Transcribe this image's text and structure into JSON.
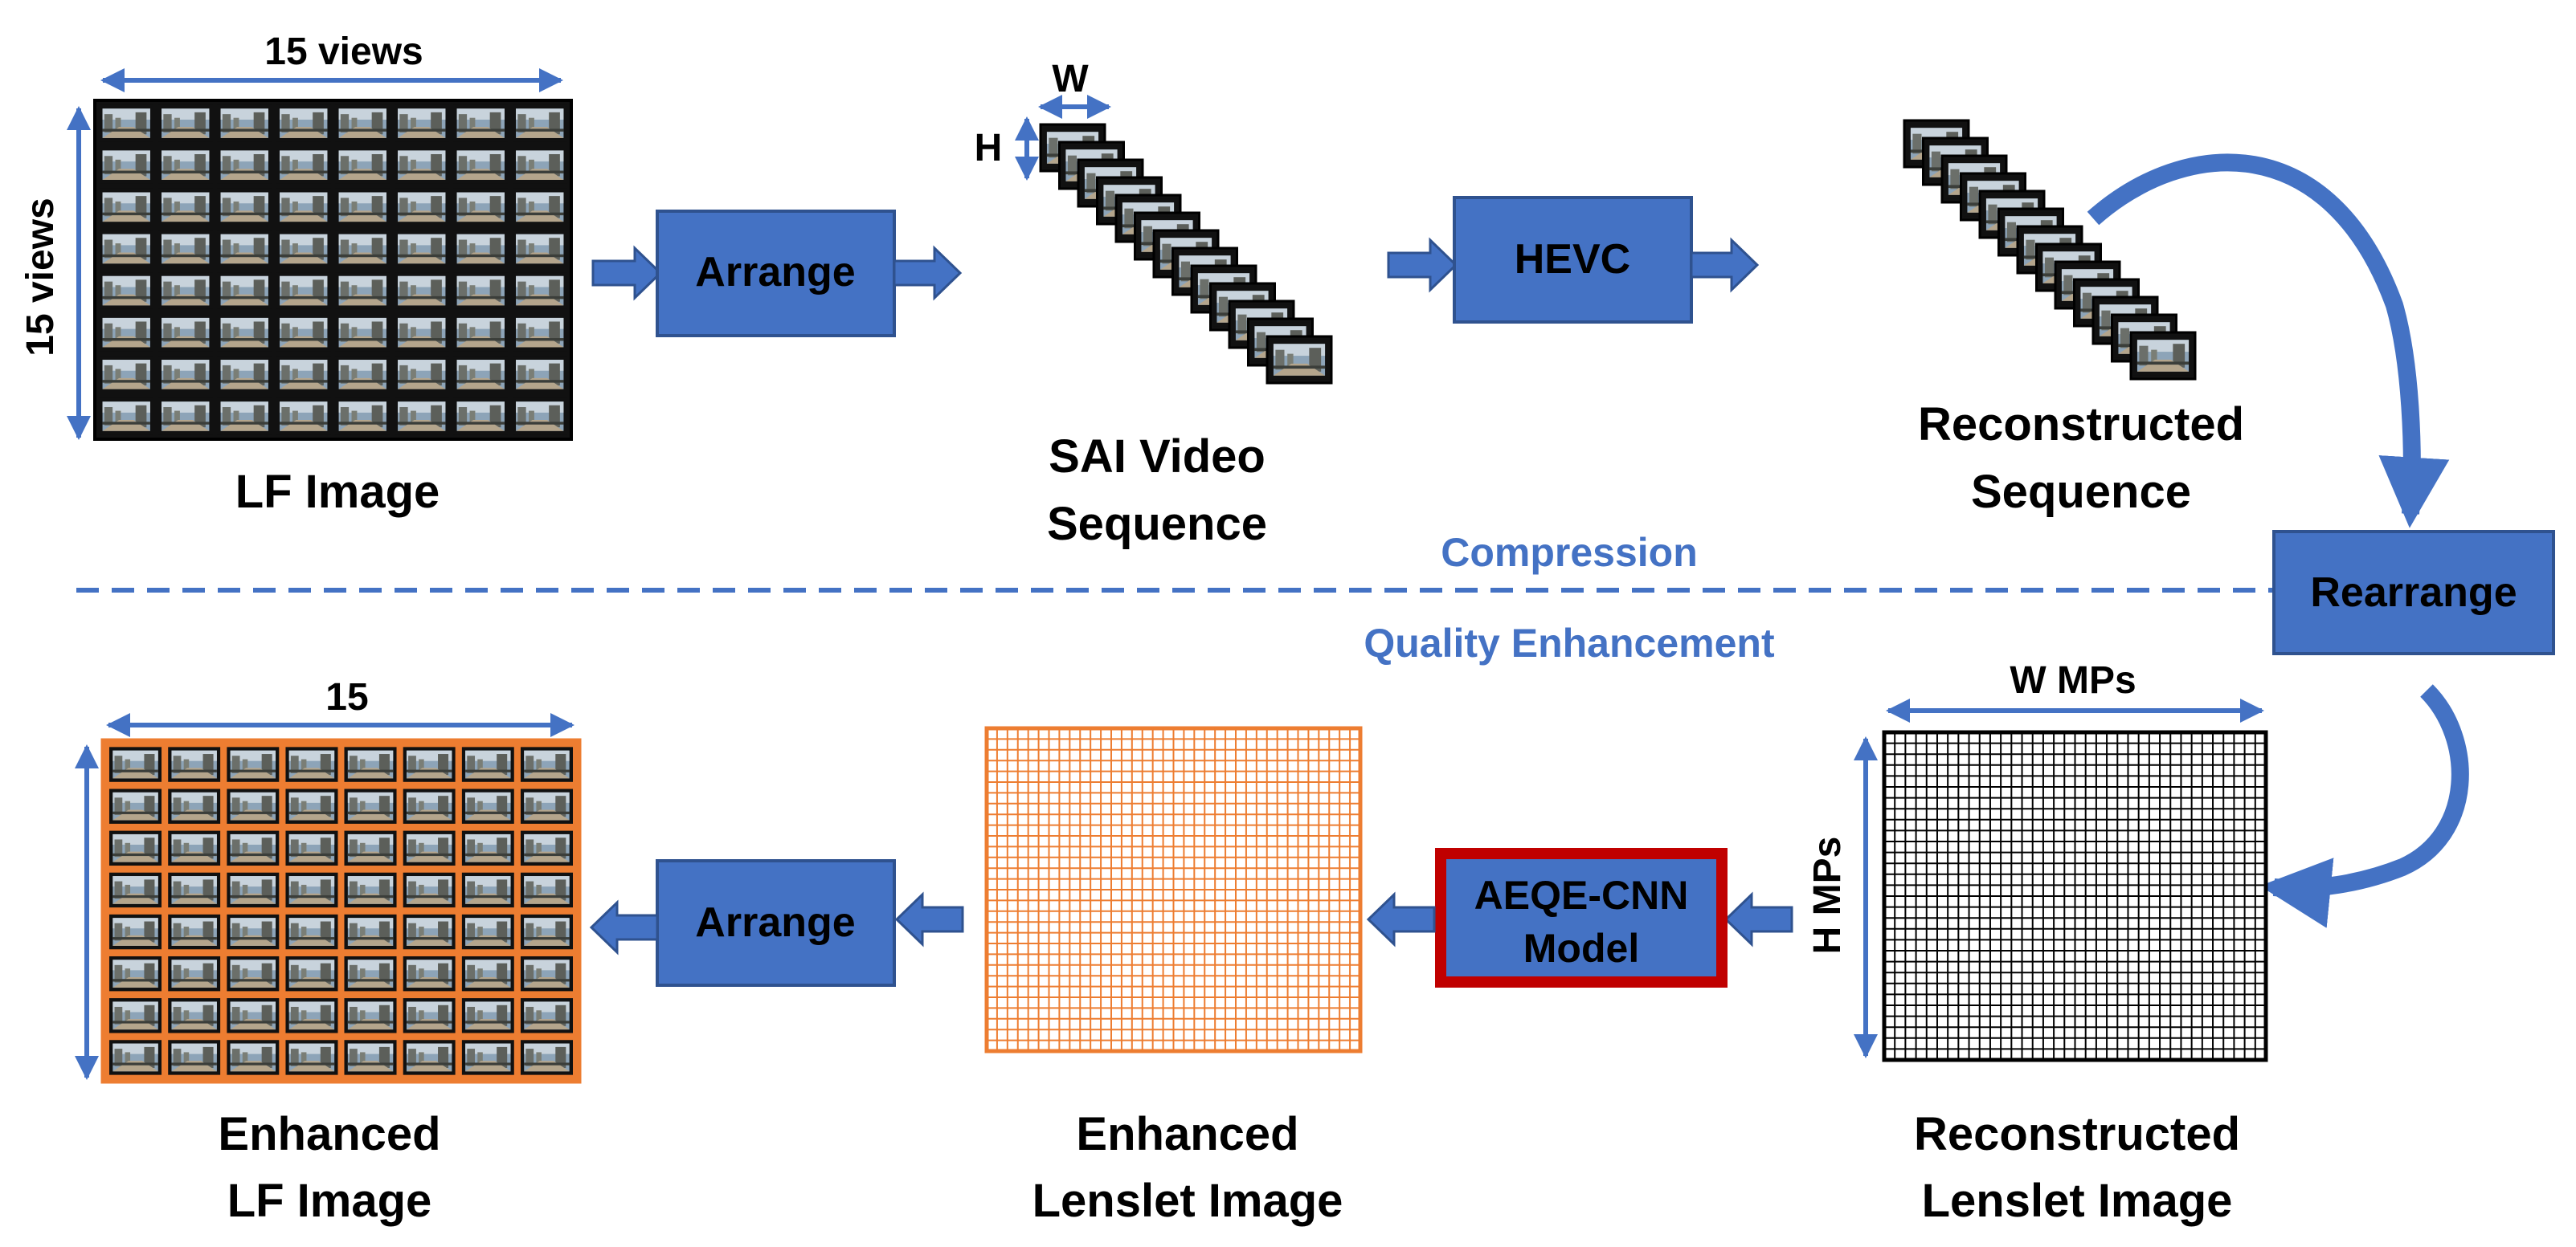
{
  "compression_section": {
    "lf_image": {
      "label_line1": "LF Image",
      "top_dimension": "15 views",
      "side_dimension": "15 views"
    },
    "arrange_box_label": "Arrange",
    "sai_sequence": {
      "width_label": "W",
      "height_label": "H",
      "label_line1": "SAI Video",
      "label_line2": "Sequence"
    },
    "hevc_box_label": "HEVC",
    "reconstructed_sequence": {
      "label_line1": "Reconstructed",
      "label_line2": "Sequence"
    },
    "section_label": "Compression"
  },
  "rearrange_box_label": "Rearrange",
  "enhancement_section": {
    "section_label": "Quality Enhancement",
    "reconstructed_lenslet": {
      "width_label": "W MPs",
      "height_label": "H MPs",
      "label_line1": "Reconstructed",
      "label_line2": "Lenslet Image"
    },
    "model_box": {
      "line1": "AEQE-CNN",
      "line2": "Model"
    },
    "enhanced_lenslet": {
      "label_line1": "Enhanced",
      "label_line2": "Lenslet Image"
    },
    "arrange_box_label": "Arrange",
    "enhanced_lf": {
      "top_dimension": "15",
      "label_line1": "Enhanced",
      "label_line2": "LF Image"
    }
  },
  "colors": {
    "box_fill": "#4472c4",
    "box_stroke": "#2f528f",
    "arrow_blue": "#4472c4",
    "section_text": "#4472c4",
    "model_border": "#c00000",
    "enhanced_orange": "#ed7d31",
    "text": "#000000",
    "box_text": "#000000"
  },
  "icons": {
    "flow_arrow": "right-arrow-icon",
    "curved_arrow": "curved-arrow-icon",
    "thumbnail": "street-scene-thumbnail"
  }
}
